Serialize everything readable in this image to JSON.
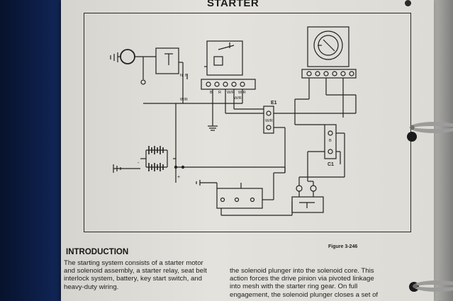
{
  "page": {
    "title": "STARTER",
    "figure_label": "Figure 3-246",
    "section_heading": "INTRODUCTION",
    "column1_text": "The starting system consists of a starter motor\nand solenoid assembly, a starter relay, seat belt\ninterlock system, battery, key start switch, and\nheavy-duty wiring.",
    "column2_text": "the solenoid plunger into the solenoid core. This\naction forces the drive pinion via pivoted linkage\ninto mesh with the starter ring gear. On full\nengagement, the solenoid plunger closes a set of"
  },
  "diagram": {
    "labels": {
      "e1": "E1",
      "c1": "C1",
      "wr1": "W/R",
      "wr2": "W/R",
      "wr3": "W/R",
      "relay_r": "R",
      "relay_wr1": "W/R",
      "relay_wr2": "W/R",
      "b1": "B",
      "b2": "B",
      "plus": "+",
      "minus": "-",
      "n1": "N",
      "n2": "N"
    }
  }
}
